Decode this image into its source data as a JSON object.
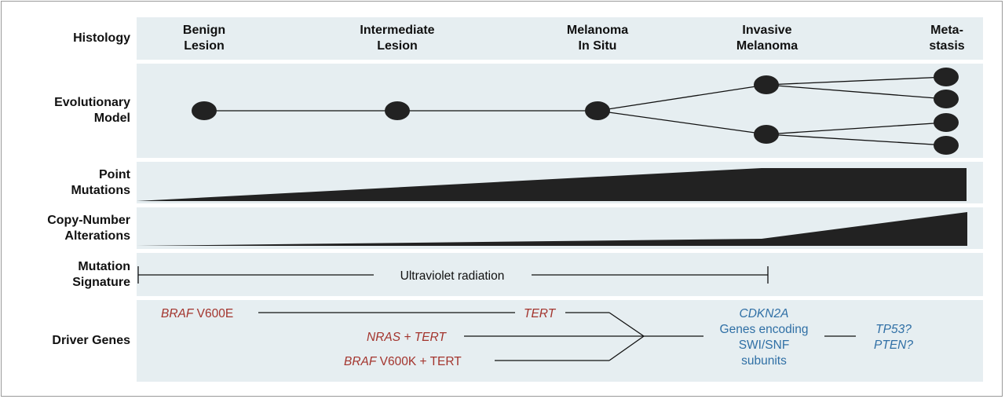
{
  "rows": {
    "histology": "Histology",
    "evolutionary": [
      "Evolutionary",
      "Model"
    ],
    "point": [
      "Point",
      "Mutations"
    ],
    "copy": [
      "Copy-Number",
      "Alterations"
    ],
    "signature": [
      "Mutation",
      "Signature"
    ],
    "driver": "Driver Genes"
  },
  "stages": [
    [
      "Benign",
      "Lesion"
    ],
    [
      "Intermediate",
      "Lesion"
    ],
    [
      "Melanoma",
      "In Situ"
    ],
    [
      "Invasive",
      "Melanoma"
    ],
    [
      "Meta-",
      "stasis"
    ]
  ],
  "signature_label": "Ultraviolet radiation",
  "drivers": {
    "braf_v600e_italic": "BRAF",
    "braf_v600e_rest": " V600E",
    "tert_1": "TERT",
    "nras_tert": "NRAS + TERT",
    "braf_v600k_italic": "BRAF",
    "braf_v600k_rest": " V600K + TERT",
    "cdkn2a": "CDKN2A",
    "swi_1": "Genes encoding",
    "swi_2": "SWI/SNF",
    "swi_3": "subunits",
    "tp53": "TP53?",
    "pten": "PTEN?"
  },
  "colors": {
    "band": "#e6eef1",
    "driver_red": "#a3342d",
    "driver_blue": "#2f6fa5",
    "fill_dark": "#222222"
  }
}
